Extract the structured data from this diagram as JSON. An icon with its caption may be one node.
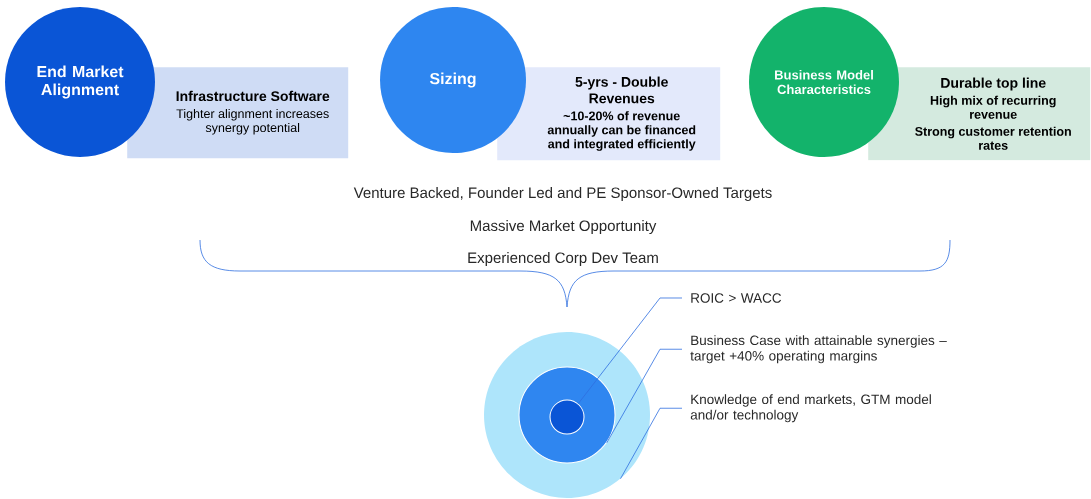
{
  "diagram": {
    "nodes": [
      {
        "text": [
          "End Market Alignment"
        ]
      },
      {
        "text": [
          "Infrastructure Software",
          "Tighter alignment increases synergy potential"
        ]
      },
      {
        "text": [
          "Sizing"
        ]
      },
      {
        "text": [
          "5-yrs - Double Revenues",
          "~10-20% of revenue annually can be financed and integrated efficiently"
        ]
      },
      {
        "text": [
          "Business Model Characteristics"
        ]
      },
      {
        "text": [
          "Durable top line",
          "High mix of recurring revenue",
          "Strong customer retention rates"
        ]
      },
      {
        "text": [],
        "shape": "circle"
      },
      {
        "text": [],
        "shape": "circle",
        "in": 6
      },
      {
        "text": [],
        "shape": "circle",
        "in": 7
      },
      {
        "text": [
          "ROIC > WACC"
        ]
      },
      {
        "text": [
          "Business Case with attainable synergies – target +40% operating margins"
        ]
      },
      {
        "text": [
          "Knowledge of end markets, GTM model and/or technology"
        ]
      }
    ],
    "edges": [
      {
        "from": 9,
        "to": 8,
        "arrow": "none"
      },
      {
        "from": 10,
        "to": 7,
        "arrow": "none"
      },
      {
        "from": 11,
        "to": 6,
        "arrow": "none"
      }
    ],
    "labels": [
      "Venture Backed, Founder Led and PE Sponsor-Owned Targets",
      "Massive Market Opportunity",
      "Experienced Corp Dev Team"
    ]
  }
}
